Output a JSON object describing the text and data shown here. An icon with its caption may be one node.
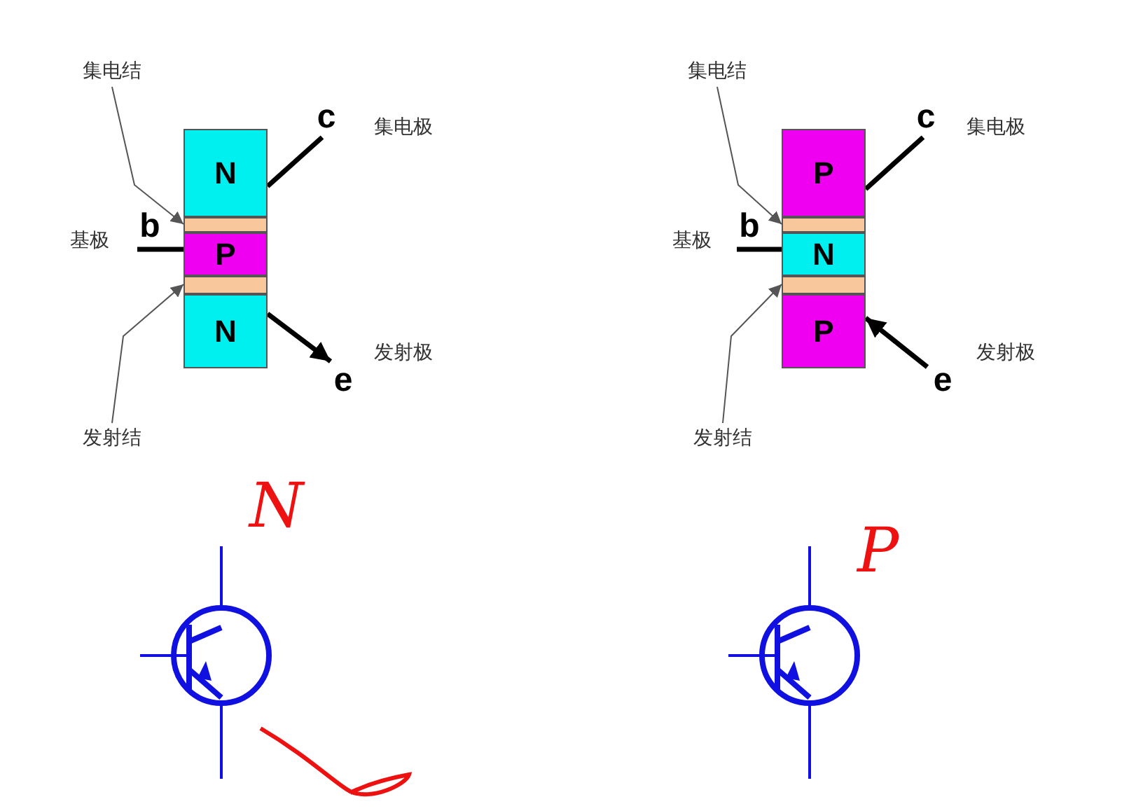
{
  "diagram": {
    "nodes": [
      {
        "text": [
          "N"
        ]
      },
      {
        "text": [
          "P"
        ]
      },
      {
        "text": [
          "N"
        ]
      },
      {
        "text": [],
        "shape": "bar"
      },
      {
        "text": [],
        "shape": "bar"
      },
      {
        "text": [
          "c"
        ]
      },
      {
        "text": [
          "b"
        ]
      },
      {
        "text": [
          "e"
        ]
      },
      {
        "text": [
          "集电结"
        ]
      },
      {
        "text": [
          "发射结"
        ]
      },
      {
        "text": [
          "P"
        ]
      },
      {
        "text": [
          "N"
        ]
      },
      {
        "text": [
          "P"
        ]
      },
      {
        "text": [],
        "shape": "bar"
      },
      {
        "text": [],
        "shape": "bar"
      },
      {
        "text": [
          "c"
        ]
      },
      {
        "text": [
          "b"
        ]
      },
      {
        "text": [
          "e"
        ]
      },
      {
        "text": [
          "集电结"
        ]
      },
      {
        "text": [
          "发射结"
        ]
      }
    ],
    "edges": [
      {
        "from": 5,
        "to": 0,
        "arrow": "none"
      },
      {
        "from": 6,
        "to": 1,
        "arrow": "none"
      },
      {
        "from": 2,
        "to": 7,
        "arrow": "to"
      },
      {
        "from": 8,
        "to": 3,
        "arrow": "to"
      },
      {
        "from": 9,
        "to": 4,
        "arrow": "to"
      },
      {
        "from": 15,
        "to": 10,
        "arrow": "none"
      },
      {
        "from": 16,
        "to": 11,
        "arrow": "none"
      },
      {
        "from": 17,
        "to": 12,
        "arrow": "to"
      },
      {
        "from": 18,
        "to": 13,
        "arrow": "to"
      },
      {
        "from": 19,
        "to": 14,
        "arrow": "to"
      }
    ],
    "labels": [
      "集电极",
      "集电极",
      "基极",
      "基极",
      "发射极",
      "发射极",
      "N",
      "P"
    ]
  }
}
